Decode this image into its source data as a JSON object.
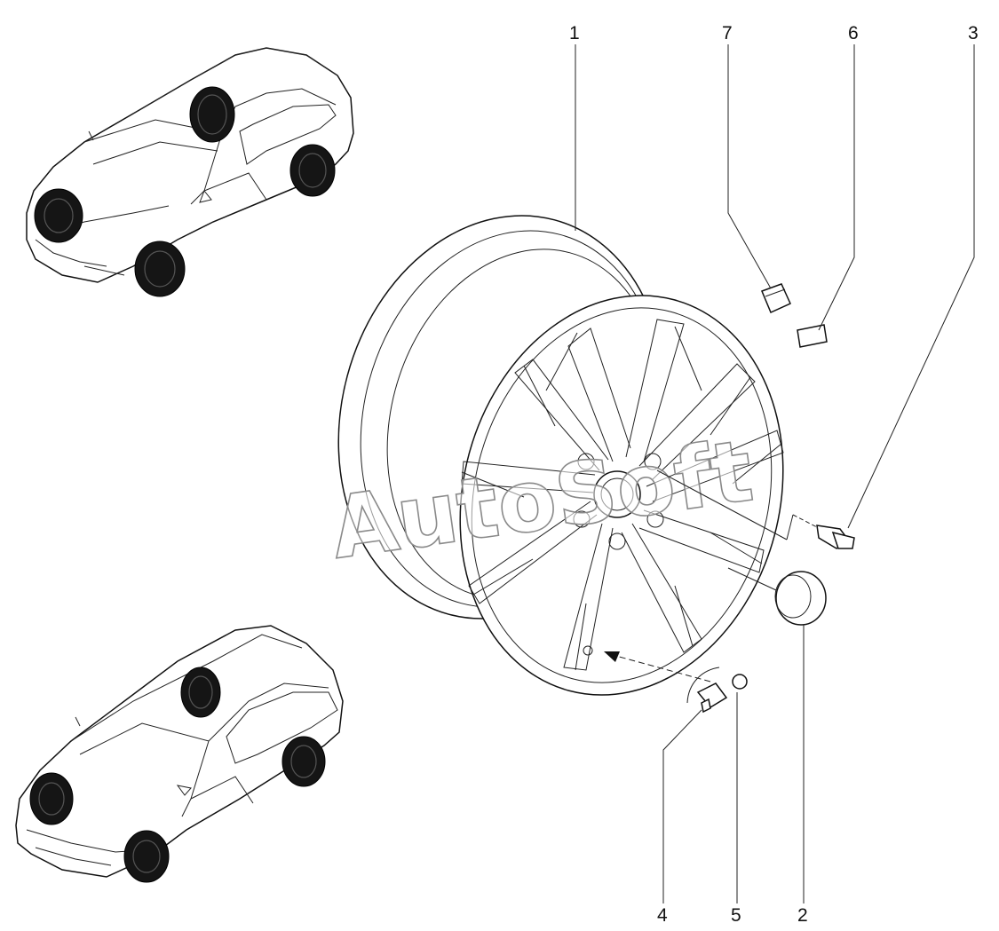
{
  "callouts": {
    "c1": "1",
    "c2": "2",
    "c3": "3",
    "c4": "4",
    "c5": "5",
    "c6": "6",
    "c7": "7"
  },
  "watermark": "AutoSoft",
  "parts": [
    {
      "id": "1",
      "name": "wheel-rim-icon"
    },
    {
      "id": "2",
      "name": "center-cap-icon"
    },
    {
      "id": "3",
      "name": "wheel-bolt-icon"
    },
    {
      "id": "4",
      "name": "valve-stem-icon"
    },
    {
      "id": "5",
      "name": "valve-cap-icon"
    },
    {
      "id": "6",
      "name": "adhesive-weight-icon"
    },
    {
      "id": "7",
      "name": "clip-weight-icon"
    }
  ],
  "vehicles": [
    {
      "name": "sedan-icon"
    },
    {
      "name": "hatchback-icon"
    }
  ],
  "colors": {
    "line": "#111111",
    "tire": "#151515",
    "background": "#ffffff"
  }
}
